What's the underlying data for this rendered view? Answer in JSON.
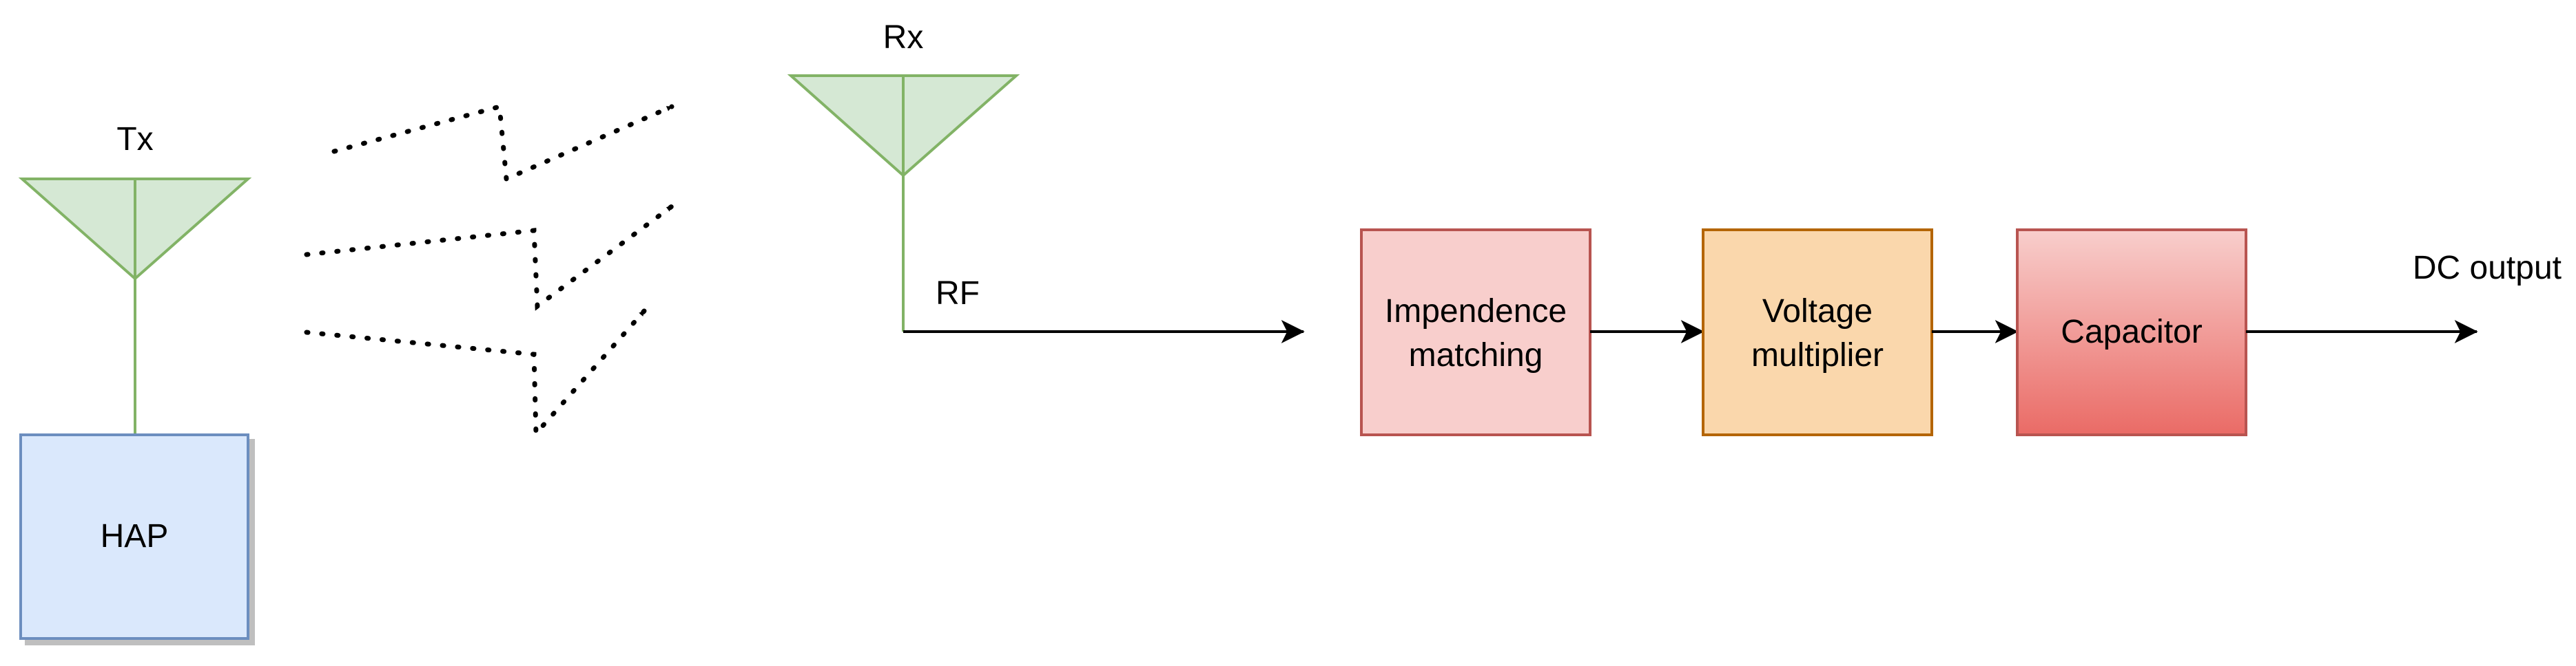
{
  "diagram": {
    "tx_label": "Tx",
    "rx_label": "Rx",
    "hap_label": "HAP",
    "rf_label": "RF",
    "dc_output_label": "DC output",
    "blocks": {
      "impedance_line1": "Impendence",
      "impedance_line2": "matching",
      "voltage_line1": "Voltage",
      "voltage_line2": "multiplier",
      "capacitor": "Capacitor"
    }
  },
  "colors": {
    "antenna_fill": "#d5e8d4",
    "antenna_stroke": "#82b366",
    "hap_fill": "#dae8fc",
    "hap_stroke": "#6c8ebf",
    "impedance_fill": "#f8cecc",
    "impedance_stroke": "#b85450",
    "voltage_fill": "#fad7ac",
    "voltage_stroke": "#b46504",
    "capacitor_gradient_top": "#f8cecc",
    "capacitor_gradient_bottom": "#ea6b66",
    "capacitor_stroke": "#b85450"
  }
}
